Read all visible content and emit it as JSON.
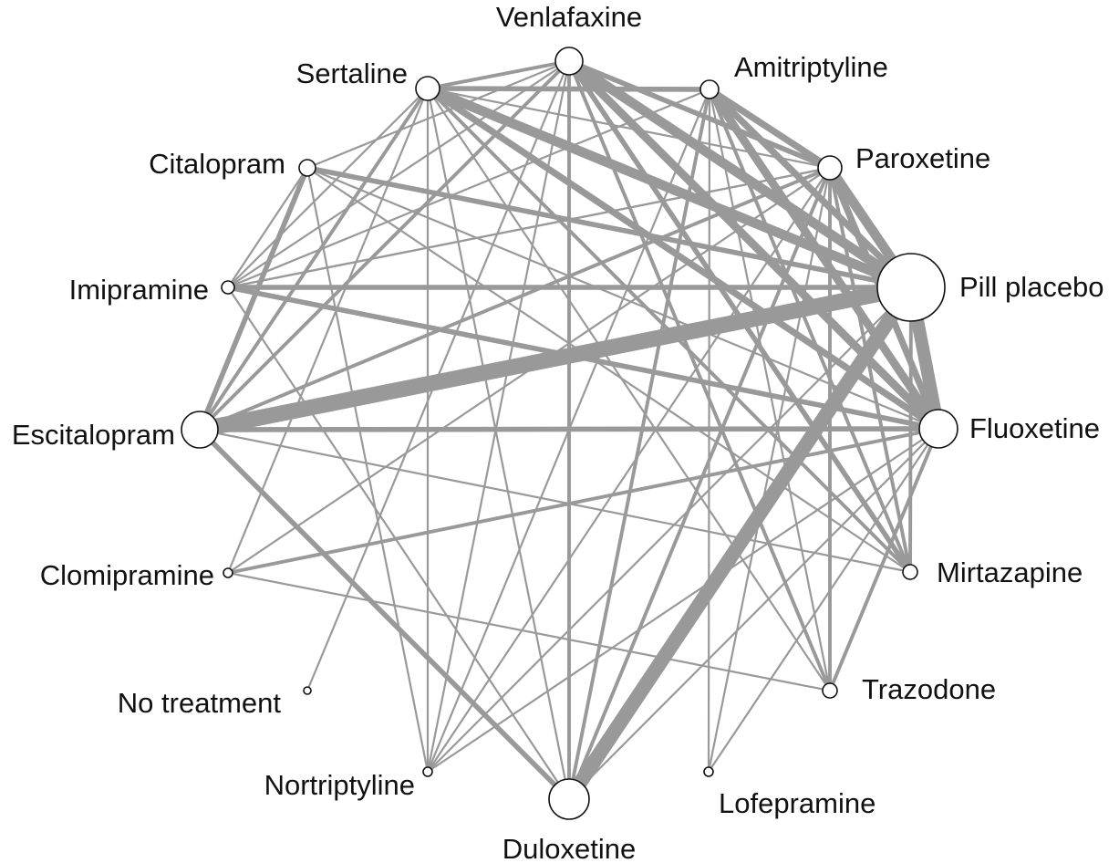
{
  "nodes": [
    {
      "id": "venlafaxine",
      "label": "Venlafaxine"
    },
    {
      "id": "amitriptyline",
      "label": "Amitriptyline"
    },
    {
      "id": "paroxetine",
      "label": "Paroxetine"
    },
    {
      "id": "pill_placebo",
      "label": "Pill placebo"
    },
    {
      "id": "fluoxetine",
      "label": "Fluoxetine"
    },
    {
      "id": "mirtazapine",
      "label": "Mirtazapine"
    },
    {
      "id": "trazodone",
      "label": "Trazodone"
    },
    {
      "id": "lofepramine",
      "label": "Lofepramine"
    },
    {
      "id": "duloxetine",
      "label": "Duloxetine"
    },
    {
      "id": "nortriptyline",
      "label": "Nortriptyline"
    },
    {
      "id": "no_treatment",
      "label": "No treatment"
    },
    {
      "id": "clomipramine",
      "label": "Clomipramine"
    },
    {
      "id": "escitalopram",
      "label": "Escitalopram"
    },
    {
      "id": "imipramine",
      "label": "Imipramine"
    },
    {
      "id": "citalopram",
      "label": "Citalopram"
    },
    {
      "id": "sertaline",
      "label": "Sertaline"
    }
  ],
  "edges": [
    {
      "from": "escitalopram",
      "to": "pill_placebo",
      "weight": 10
    },
    {
      "from": "duloxetine",
      "to": "pill_placebo",
      "weight": 9
    },
    {
      "from": "venlafaxine",
      "to": "pill_placebo",
      "weight": 6
    },
    {
      "from": "sertaline",
      "to": "pill_placebo",
      "weight": 6
    },
    {
      "from": "paroxetine",
      "to": "pill_placebo",
      "weight": 6
    },
    {
      "from": "fluoxetine",
      "to": "pill_placebo",
      "weight": 8
    },
    {
      "from": "venlafaxine",
      "to": "fluoxetine",
      "weight": 5
    },
    {
      "from": "amitriptyline",
      "to": "fluoxetine",
      "weight": 5
    },
    {
      "from": "sertaline",
      "to": "fluoxetine",
      "weight": 4
    },
    {
      "from": "paroxetine",
      "to": "fluoxetine",
      "weight": 4
    },
    {
      "from": "amitriptyline",
      "to": "paroxetine",
      "weight": 4
    },
    {
      "from": "amitriptyline",
      "to": "pill_placebo",
      "weight": 4
    },
    {
      "from": "venlafaxine",
      "to": "paroxetine",
      "weight": 3
    },
    {
      "from": "venlafaxine",
      "to": "mirtazapine",
      "weight": 3
    },
    {
      "from": "escitalopram",
      "to": "fluoxetine",
      "weight": 3
    },
    {
      "from": "escitalopram",
      "to": "duloxetine",
      "weight": 3
    },
    {
      "from": "imipramine",
      "to": "pill_placebo",
      "weight": 3
    },
    {
      "from": "citalopram",
      "to": "pill_placebo",
      "weight": 3
    },
    {
      "from": "imipramine",
      "to": "fluoxetine",
      "weight": 3
    },
    {
      "from": "citalopram",
      "to": "escitalopram",
      "weight": 3
    },
    {
      "from": "sertaline",
      "to": "amitriptyline",
      "weight": 3
    },
    {
      "from": "sertaline",
      "to": "venlafaxine",
      "weight": 2
    },
    {
      "from": "clomipramine",
      "to": "fluoxetine",
      "weight": 2
    },
    {
      "from": "duloxetine",
      "to": "paroxetine",
      "weight": 2
    },
    {
      "from": "duloxetine",
      "to": "amitriptyline",
      "weight": 2
    },
    {
      "from": "duloxetine",
      "to": "venlafaxine",
      "weight": 2
    },
    {
      "from": "trazodone",
      "to": "fluoxetine",
      "weight": 2
    },
    {
      "from": "trazodone",
      "to": "paroxetine",
      "weight": 2
    },
    {
      "from": "mirtazapine",
      "to": "paroxetine",
      "weight": 2
    },
    {
      "from": "mirtazapine",
      "to": "amitriptyline",
      "weight": 2
    },
    {
      "from": "mirtazapine",
      "to": "pill_placebo",
      "weight": 2
    },
    {
      "from": "escitalopram",
      "to": "sertaline",
      "weight": 2
    },
    {
      "from": "escitalopram",
      "to": "venlafaxine",
      "weight": 2
    },
    {
      "from": "escitalopram",
      "to": "paroxetine",
      "weight": 2
    },
    {
      "from": "trazodone",
      "to": "venlafaxine",
      "weight": 2
    },
    {
      "from": "mirtazapine",
      "to": "sertaline",
      "weight": 2
    },
    {
      "from": "imipramine",
      "to": "sertaline",
      "weight": 1
    },
    {
      "from": "imipramine",
      "to": "venlafaxine",
      "weight": 1
    },
    {
      "from": "imipramine",
      "to": "paroxetine",
      "weight": 1
    },
    {
      "from": "imipramine",
      "to": "amitriptyline",
      "weight": 1
    },
    {
      "from": "imipramine",
      "to": "citalopram",
      "weight": 1
    },
    {
      "from": "imipramine",
      "to": "duloxetine",
      "weight": 1
    },
    {
      "from": "citalopram",
      "to": "venlafaxine",
      "weight": 1
    },
    {
      "from": "citalopram",
      "to": "fluoxetine",
      "weight": 1
    },
    {
      "from": "citalopram",
      "to": "nortriptyline",
      "weight": 1
    },
    {
      "from": "citalopram",
      "to": "mirtazapine",
      "weight": 1
    },
    {
      "from": "sertaline",
      "to": "paroxetine",
      "weight": 1
    },
    {
      "from": "sertaline",
      "to": "nortriptyline",
      "weight": 1
    },
    {
      "from": "sertaline",
      "to": "duloxetine",
      "weight": 1
    },
    {
      "from": "sertaline",
      "to": "clomipramine",
      "weight": 1
    },
    {
      "from": "sertaline",
      "to": "trazodone",
      "weight": 1
    },
    {
      "from": "venlafaxine",
      "to": "no_treatment",
      "weight": 1
    },
    {
      "from": "venlafaxine",
      "to": "nortriptyline",
      "weight": 1
    },
    {
      "from": "venlafaxine",
      "to": "trazodone",
      "weight": 1
    },
    {
      "from": "amitriptyline",
      "to": "nortriptyline",
      "weight": 1
    },
    {
      "from": "amitriptyline",
      "to": "lofepramine",
      "weight": 1
    },
    {
      "from": "amitriptyline",
      "to": "trazodone",
      "weight": 1
    },
    {
      "from": "amitriptyline",
      "to": "mirtazapine",
      "weight": 1
    },
    {
      "from": "paroxetine",
      "to": "imipramine",
      "weight": 1
    },
    {
      "from": "paroxetine",
      "to": "trazodone",
      "weight": 1
    },
    {
      "from": "paroxetine",
      "to": "lofepramine",
      "weight": 1
    },
    {
      "from": "paroxetine",
      "to": "nortriptyline",
      "weight": 1
    },
    {
      "from": "fluoxetine",
      "to": "nortriptyline",
      "weight": 1
    },
    {
      "from": "fluoxetine",
      "to": "duloxetine",
      "weight": 1
    },
    {
      "from": "fluoxetine",
      "to": "lofepramine",
      "weight": 1
    },
    {
      "from": "clomipramine",
      "to": "trazodone",
      "weight": 1
    },
    {
      "from": "clomipramine",
      "to": "paroxetine",
      "weight": 1
    },
    {
      "from": "pill_placebo",
      "to": "nortriptyline",
      "weight": 1
    },
    {
      "from": "mirtazapine",
      "to": "escitalopram",
      "weight": 1
    }
  ]
}
